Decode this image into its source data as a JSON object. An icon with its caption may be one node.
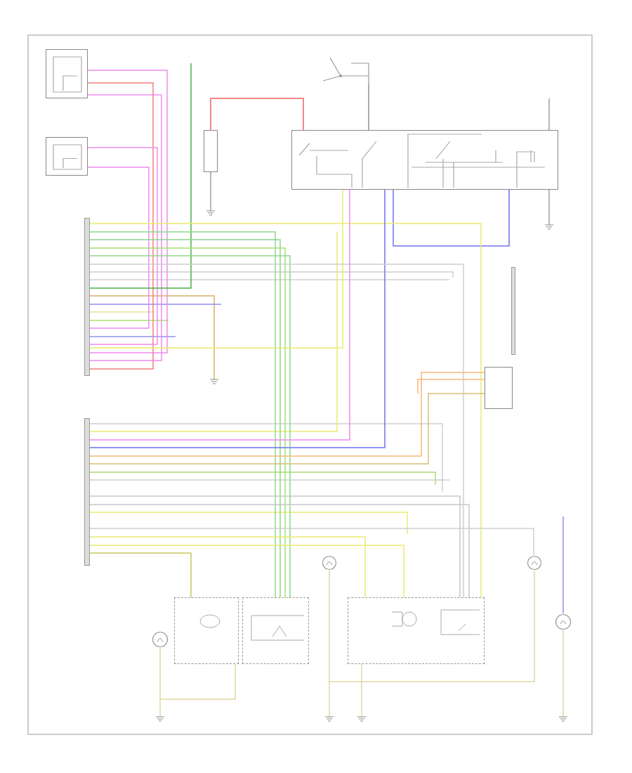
{
  "diagram": {
    "nodes": [
      {
        "text": [],
        "shape": "box"
      },
      {
        "text": [],
        "shape": "box"
      },
      {
        "text": [],
        "shape": "box"
      },
      {
        "text": [],
        "shape": "bar"
      },
      {
        "text": [],
        "shape": "bar"
      },
      {
        "text": [],
        "shape": "box"
      },
      {
        "text": [],
        "shape": "box"
      },
      {
        "text": [],
        "shape": "box"
      },
      {
        "text": [],
        "shape": "circle"
      },
      {
        "text": [],
        "shape": "circle"
      },
      {
        "text": [],
        "shape": "circle"
      },
      {
        "text": [],
        "shape": "circle"
      },
      {
        "text": [],
        "shape": "bar"
      },
      {
        "text": [],
        "shape": "box"
      },
      {
        "text": [],
        "shape": "box"
      },
      {
        "text": [],
        "shape": "picture"
      }
    ],
    "edges": [
      {
        "from": 0,
        "to": 3,
        "arrow": "none",
        "color": "#f08cf0"
      },
      {
        "from": 0,
        "to": 3,
        "arrow": "none",
        "color": "#f08cf0"
      },
      {
        "from": 0,
        "to": 3,
        "arrow": "none",
        "color": "#f08080"
      },
      {
        "from": 1,
        "to": 3,
        "arrow": "none",
        "color": "#f08cf0"
      },
      {
        "from": 1,
        "to": 3,
        "arrow": "none",
        "color": "#f08cf0"
      },
      {
        "from": 3,
        "to": null,
        "arrow": "none",
        "color": "#4cae4c"
      },
      {
        "from": 3,
        "to": 6,
        "arrow": "none",
        "color": "#8cd88c"
      },
      {
        "from": 3,
        "to": 6,
        "arrow": "none",
        "color": "#8cd88c"
      },
      {
        "from": 3,
        "to": 6,
        "arrow": "none",
        "color": "#a8e070"
      },
      {
        "from": 3,
        "to": 6,
        "arrow": "none",
        "color": "#8cd88c"
      },
      {
        "from": 3,
        "to": 7,
        "arrow": "none",
        "color": "#eaea70"
      },
      {
        "from": 2,
        "to": 4,
        "arrow": "none",
        "color": "#7070f0"
      },
      {
        "from": 2,
        "to": 3,
        "arrow": "none",
        "color": "#eaea70"
      },
      {
        "from": 13,
        "to": 4,
        "arrow": "none",
        "color": "#f8b878"
      },
      {
        "from": 13,
        "to": 4,
        "arrow": "none",
        "color": "#d8c070"
      },
      {
        "from": 4,
        "to": 7,
        "arrow": "none",
        "color": "#c8c8c8"
      },
      {
        "from": 4,
        "to": 7,
        "arrow": "none",
        "color": "#c8c8c8"
      },
      {
        "from": 4,
        "to": 5,
        "arrow": "none",
        "color": "#c8c860"
      },
      {
        "from": 4,
        "to": 7,
        "arrow": "none",
        "color": "#eaea70"
      },
      {
        "from": 8,
        "to": 5,
        "arrow": "none",
        "color": "#e0d8a0"
      },
      {
        "from": 9,
        "to": 10,
        "arrow": "none",
        "color": "#e0d8a0"
      },
      {
        "from": null,
        "to": 11,
        "arrow": "none",
        "color": "#9090f0"
      },
      {
        "from": 14,
        "to": 2,
        "arrow": "none",
        "color": "#f06060"
      },
      {
        "from": 15,
        "to": 2,
        "arrow": "none",
        "color": "#909090"
      },
      {
        "from": 3,
        "to": 7,
        "arrow": "none",
        "color": "#d0d0d0"
      },
      {
        "from": 4,
        "to": 2,
        "arrow": "none",
        "color": "#f08cf0"
      },
      {
        "from": 4,
        "to": 10,
        "arrow": "none",
        "color": "#d0d0d0"
      },
      {
        "from": 4,
        "to": 7,
        "arrow": "none",
        "color": "#eaea70"
      }
    ]
  }
}
